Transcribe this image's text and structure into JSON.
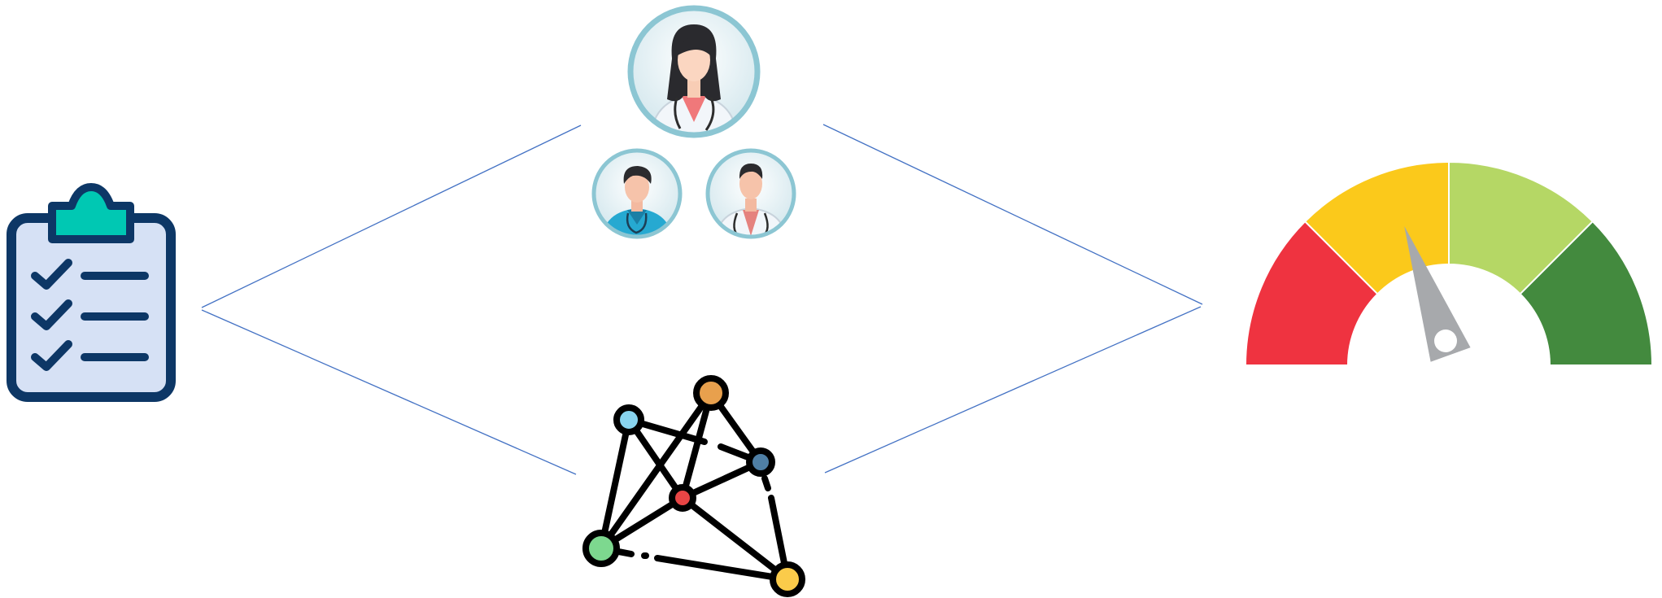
{
  "diagram": {
    "nodes": [
      {
        "id": "checklist",
        "icon": "clipboard-checklist-icon"
      },
      {
        "id": "doctors",
        "icon": "doctor-group-icon"
      },
      {
        "id": "network",
        "icon": "network-graph-icon"
      },
      {
        "id": "gauge",
        "icon": "gauge-meter-icon"
      }
    ],
    "edges": [
      {
        "from": "checklist",
        "to": "doctors"
      },
      {
        "from": "checklist",
        "to": "network"
      },
      {
        "from": "doctors",
        "to": "gauge"
      },
      {
        "from": "network",
        "to": "gauge"
      }
    ],
    "connector_color": "#4472c4"
  },
  "gauge": {
    "segments": [
      {
        "color": "#ef3340"
      },
      {
        "color": "#fbc91b"
      },
      {
        "color": "#b5d765"
      },
      {
        "color": "#438a3e"
      }
    ],
    "needle_color": "#a7a9ac",
    "needle_level": 0.39
  },
  "colors": {
    "clipboard_fill": "#d6e1f5",
    "clipboard_outline": "#0d3766",
    "clip_accent": "#00c8b3",
    "avatar_ring": "#8cc6d3",
    "network_nodes": [
      "#88d4ef",
      "#e8a04d",
      "#4f7fa5",
      "#e84545",
      "#7dd88f",
      "#fbcb4a"
    ]
  }
}
